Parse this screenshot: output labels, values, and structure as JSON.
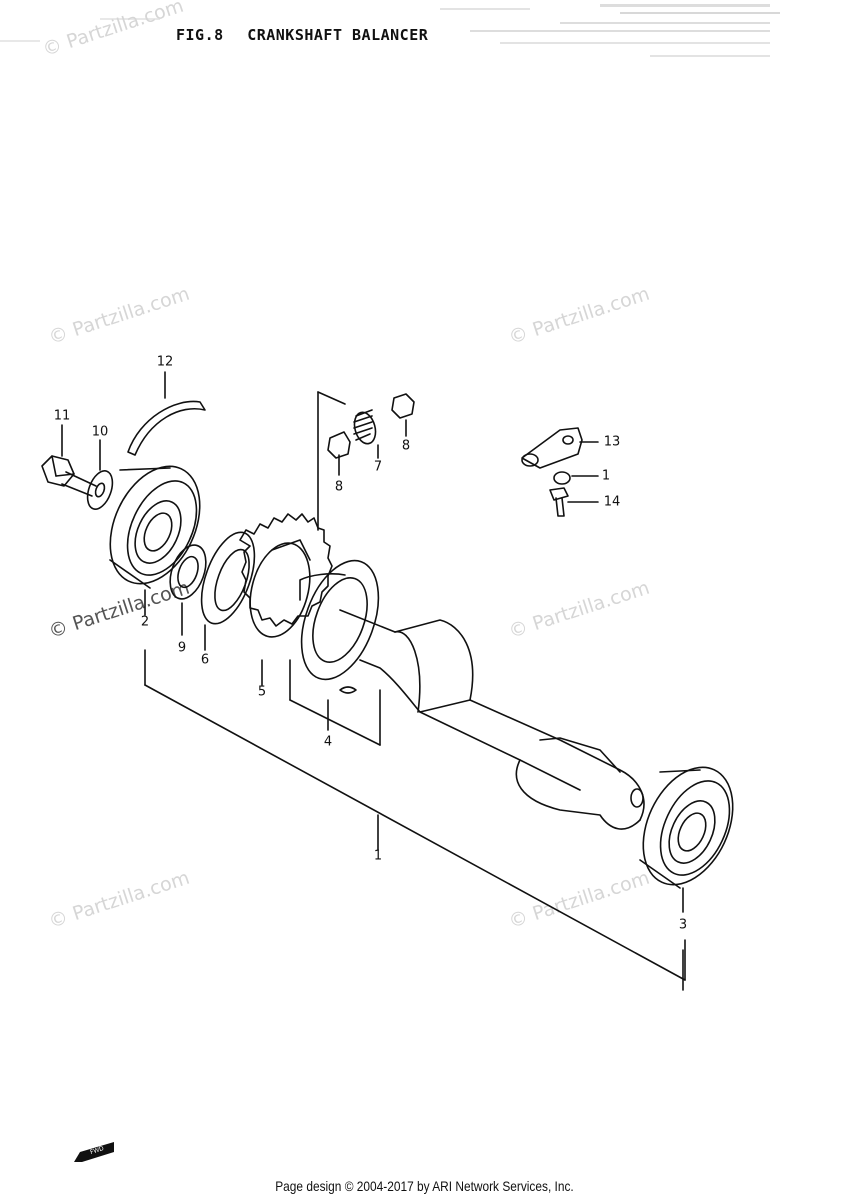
{
  "figure": {
    "number": "FIG.8",
    "title": "CRANKSHAFT BALANCER"
  },
  "watermark": "© Partzilla.com",
  "callouts": [
    "1",
    "2",
    "3",
    "4",
    "5",
    "6",
    "7",
    "8",
    "8",
    "9",
    "10",
    "11",
    "12",
    "13",
    "1",
    "14"
  ],
  "fwd_label": "FWD",
  "footer": "Page design © 2004-2017 by ARI Network Services, Inc."
}
